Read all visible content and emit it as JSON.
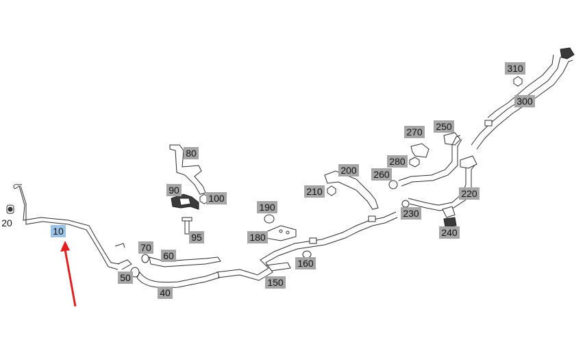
{
  "diagram": {
    "selected": "10",
    "callouts": [
      {
        "id": "20",
        "plain": true
      },
      {
        "id": "10"
      },
      {
        "id": "50"
      },
      {
        "id": "70"
      },
      {
        "id": "60"
      },
      {
        "id": "40"
      },
      {
        "id": "80"
      },
      {
        "id": "90"
      },
      {
        "id": "100"
      },
      {
        "id": "95"
      },
      {
        "id": "190"
      },
      {
        "id": "180"
      },
      {
        "id": "160"
      },
      {
        "id": "150"
      },
      {
        "id": "210"
      },
      {
        "id": "200"
      },
      {
        "id": "260"
      },
      {
        "id": "280"
      },
      {
        "id": "270"
      },
      {
        "id": "250"
      },
      {
        "id": "230"
      },
      {
        "id": "220"
      },
      {
        "id": "240"
      },
      {
        "id": "310"
      },
      {
        "id": "300"
      }
    ],
    "colors": {
      "callout_bg": "#a6a6a6",
      "callout_selected_bg": "#9cc3e6",
      "arrow": "#e02020",
      "line": "#2b2b2b"
    }
  }
}
